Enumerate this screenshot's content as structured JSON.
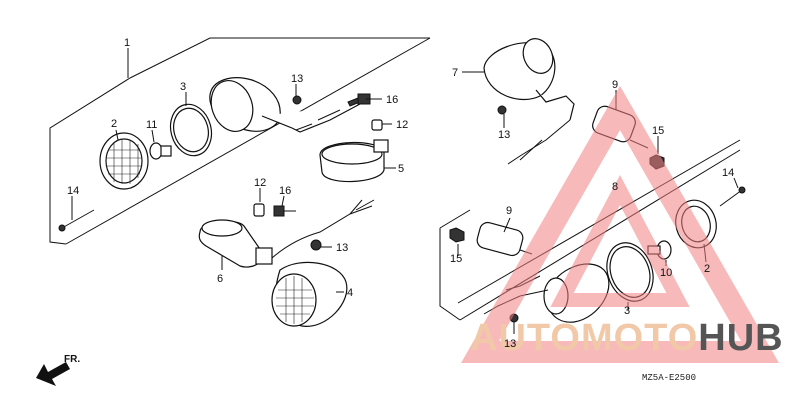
{
  "callouts": {
    "a1": "1",
    "a2": "2",
    "a3": "3",
    "a4": "4",
    "a5": "5",
    "a6": "6",
    "a11": "11",
    "a12": "12",
    "a12b": "12",
    "a13": "13",
    "a13b": "13",
    "a14": "14",
    "a16": "16",
    "a16b": "16",
    "b7": "7",
    "b9": "9",
    "b9b": "9",
    "b13": "13",
    "b13b": "13",
    "b15": "15",
    "b15b": "15",
    "b14": "14",
    "b8": "8",
    "b3": "3",
    "b10": "10",
    "b2": "2"
  },
  "direction": {
    "label": "FR."
  },
  "diagram_code": "MZ5A-E2500",
  "watermark": {
    "part1": "AUTOMOTO",
    "part2": "HUB",
    "color_main": "#f2c9a8",
    "color_dark": "#555555",
    "triangle_color": "#f08080"
  },
  "colors": {
    "line": "#111111"
  }
}
